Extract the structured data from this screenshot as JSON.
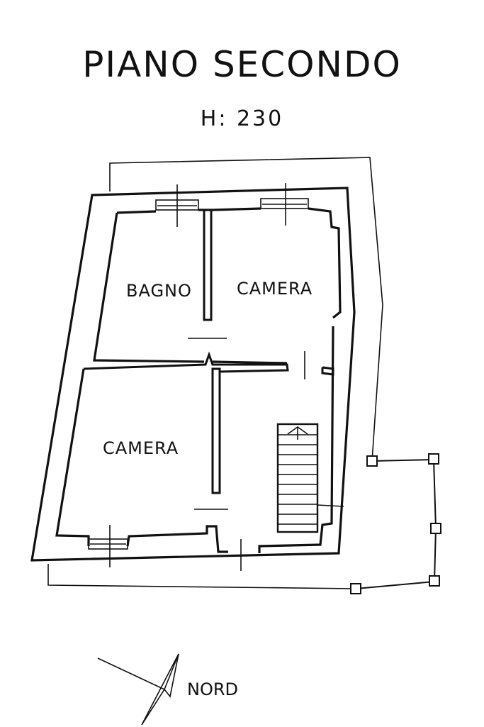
{
  "header": {
    "title": "PIANO SECONDO",
    "height_label": "H: 230"
  },
  "rooms": {
    "bagno": "BAGNO",
    "camera_top": "CAMERA",
    "camera_bottom": "CAMERA"
  },
  "compass": {
    "label": "NORD"
  },
  "colors": {
    "ink": "#111111",
    "paper": "#ffffff"
  }
}
